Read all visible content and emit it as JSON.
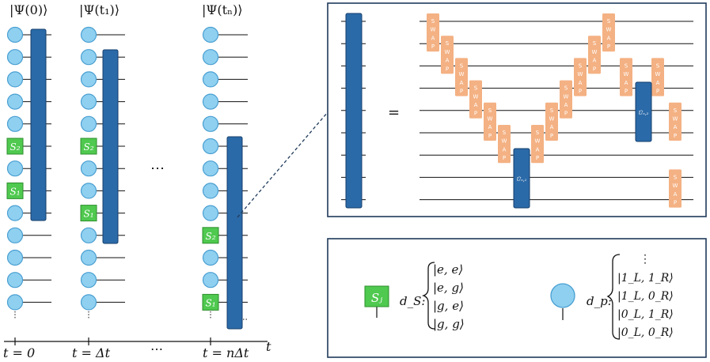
{
  "colors": {
    "site": "#8fd0f0",
    "site_stroke": "#4a9fd2",
    "block": "#2b6aa8",
    "block_stroke": "#163f6d",
    "swap": "#f4b183",
    "swap_text": "#ffffff",
    "sj": "#4fc94f",
    "sj_stroke": "#2e8f2e",
    "panel_border": "#1f3a5a",
    "line": "#111111"
  },
  "states": [
    {
      "bra": "|Ψ(0)⟩"
    },
    {
      "bra": "|Ψ(t₁)⟩"
    },
    {
      "bra": "|Ψ(tₙ)⟩"
    }
  ],
  "time_axis": {
    "ticks": [
      "t = 0",
      "t = Δt",
      "⋯",
      "t = nΔt"
    ],
    "axis_label": "t"
  },
  "middle_ellipsis": "⋯",
  "sites": {
    "col0": {
      "s2_label": "S₂",
      "s1_label": "S₁"
    },
    "col1": {
      "s2_label": "S₂",
      "s1_label": "S₁"
    },
    "col2": {
      "s2_label": "S₂",
      "s1_label": "S₁"
    }
  },
  "circuit": {
    "equals": "=",
    "swap_label": [
      "S",
      "W",
      "A",
      "P"
    ],
    "u1_label": "Ũₙ,₁",
    "u2_label": "Ũₙ,₂"
  },
  "legend": {
    "sj_label": "Sⱼ",
    "ds_label": "d_S:",
    "ds_states": [
      "|e, e⟩",
      "|e, g⟩",
      "|g, e⟩",
      "|g, g⟩"
    ],
    "dp_label": "d_p:",
    "dp_states": [
      "⋮",
      "|1_L, 1_R⟩",
      "|1_L, 0_R⟩",
      "|0_L, 1_R⟩",
      "|0_L, 0_R⟩"
    ]
  }
}
